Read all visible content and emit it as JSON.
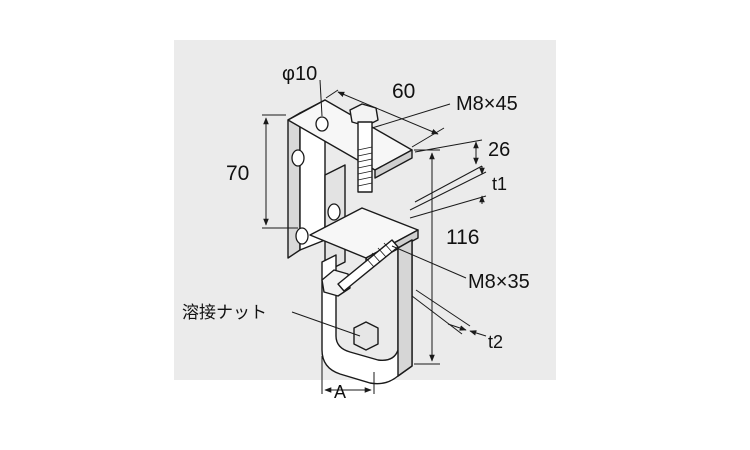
{
  "dimensions": {
    "hole_diameter": "φ10",
    "width": "60",
    "height": "70",
    "overall_height": "116",
    "clamp_gap": "26",
    "thickness_1": "t1",
    "thickness_2": "t2",
    "width_a": "A"
  },
  "parts": {
    "top_bolt": "M8×45",
    "lower_bolt": "M8×35",
    "welded_nut": "溶接ナット"
  },
  "colors": {
    "background": "#ebebeb",
    "line": "#1a1a1a",
    "metal": "#ffffff",
    "shade": "#cfcfcf"
  }
}
